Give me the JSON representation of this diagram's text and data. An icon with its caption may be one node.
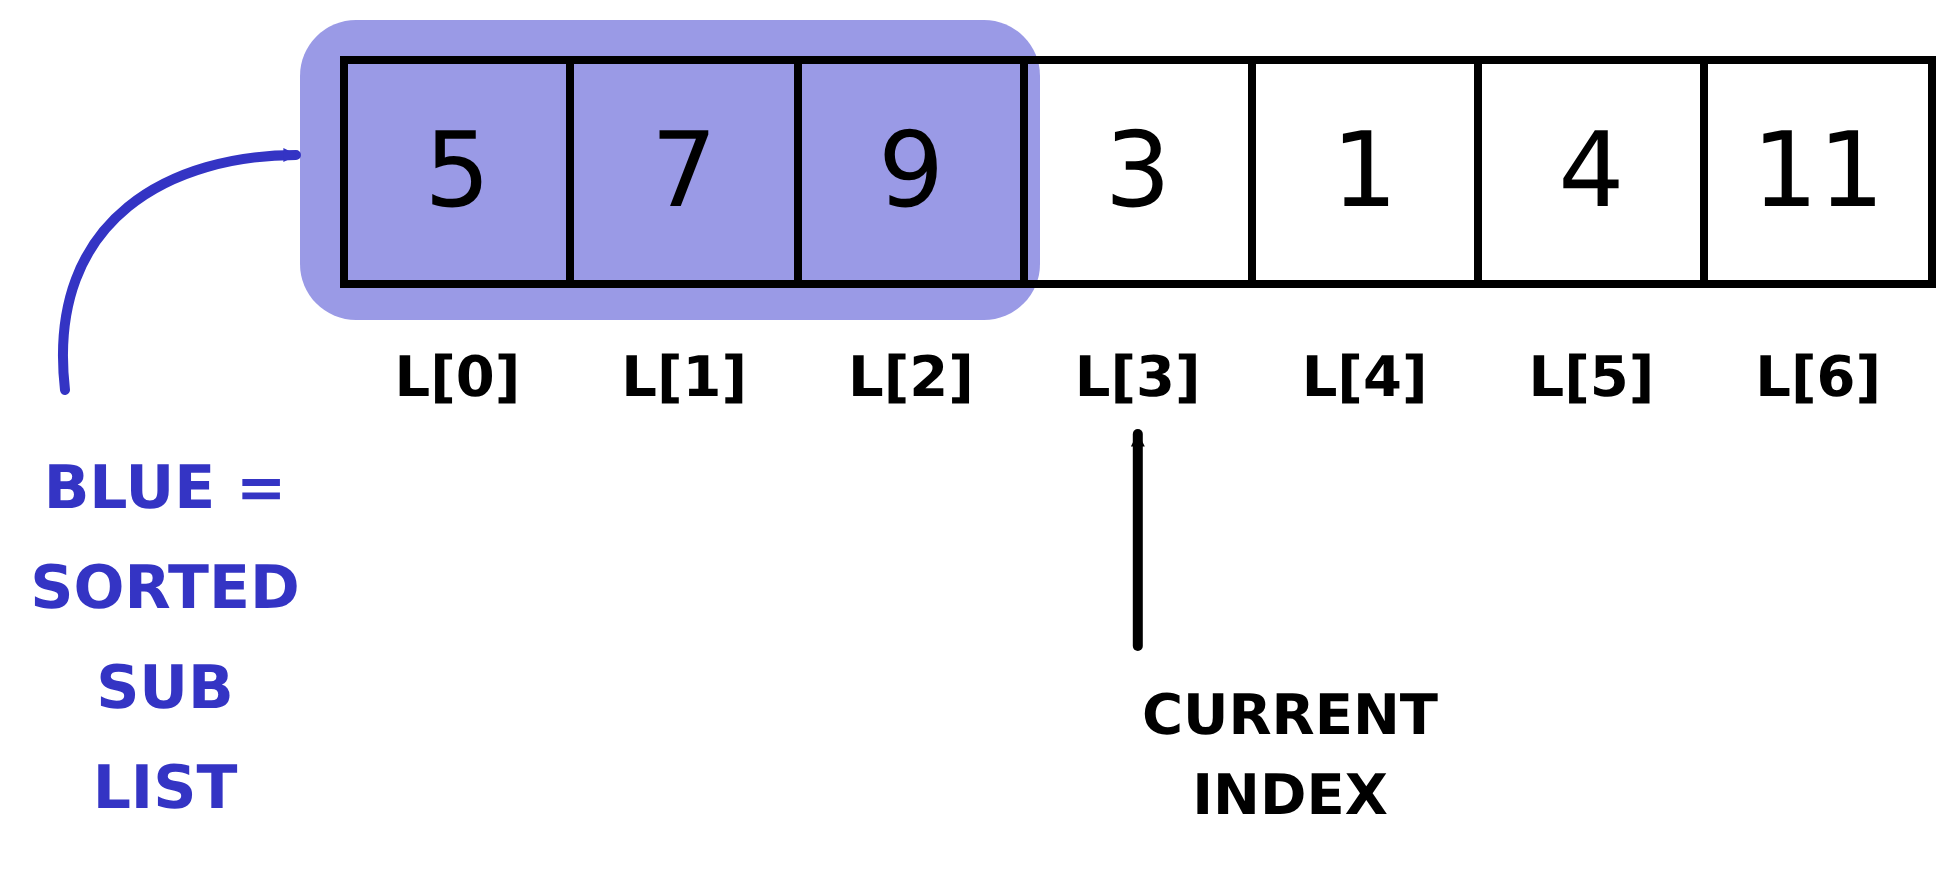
{
  "diagram": {
    "nodes": [
      {
        "text": [],
        "shape": "box"
      },
      {
        "text": [
          "5"
        ],
        "in": 0
      },
      {
        "text": [
          "7"
        ],
        "in": 0
      },
      {
        "text": [
          "9"
        ],
        "in": 0
      },
      {
        "text": [
          "3"
        ]
      },
      {
        "text": [
          "1"
        ]
      },
      {
        "text": [
          "4"
        ]
      },
      {
        "text": [
          "11"
        ]
      },
      {
        "text": [
          "L[0]"
        ]
      },
      {
        "text": [
          "L[1]"
        ]
      },
      {
        "text": [
          "L[2]"
        ]
      },
      {
        "text": [
          "L[3]"
        ]
      },
      {
        "text": [
          "L[4]"
        ]
      },
      {
        "text": [
          "L[5]"
        ]
      },
      {
        "text": [
          "L[6]"
        ]
      },
      {
        "text": [
          "BLUE = SORTED SUB LIST"
        ]
      },
      {
        "text": [
          "CURRENT INDEX"
        ]
      }
    ],
    "edges": [
      {
        "from": 15,
        "to": 0,
        "arrow": "to",
        "color": "#3434c4"
      },
      {
        "from": 16,
        "to": 11,
        "arrow": "to",
        "color": "#000000"
      }
    ]
  }
}
